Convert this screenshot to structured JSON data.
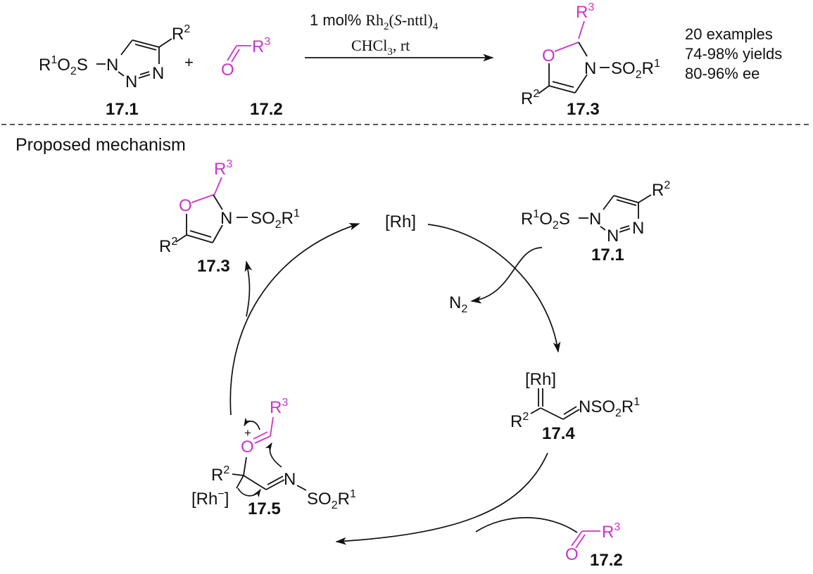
{
  "colors": {
    "ink": "#111111",
    "highlight": "#cc33cc"
  },
  "scheme": {
    "conditions": {
      "line1_prefix": "1 mol%",
      "catalyst": "Rh",
      "catalyst_sub": "2",
      "ligand_open": "(",
      "ligand_italic": "S",
      "ligand_rest": "-nttl)",
      "ligand_sub": "4",
      "solvent": "CHCl",
      "solvent_sub": "3",
      "temp": ", rt"
    },
    "plus": "+",
    "results": [
      "20 examples",
      "74-98% yields",
      "80-96% ee"
    ]
  },
  "section_title": "Proposed mechanism",
  "labels": {
    "triazole": "17.1",
    "aldehyde": "17.2",
    "oxazoline": "17.3",
    "carbenoid": "17.4",
    "oxonium": "17.5"
  },
  "atoms": {
    "R": "R",
    "sup1": "1",
    "sup2": "2",
    "sup3": "3",
    "O": "O",
    "O2": "O",
    "sub2": "2",
    "S": "S",
    "N": "N",
    "SO": "SO",
    "NSO": "NSO",
    "Rh": "[Rh]",
    "Rh_minus_open": "[Rh",
    "minus": "−",
    "bracket_close": "]",
    "plus_charge": "+",
    "N2": "N",
    "N2_sub": "2"
  }
}
